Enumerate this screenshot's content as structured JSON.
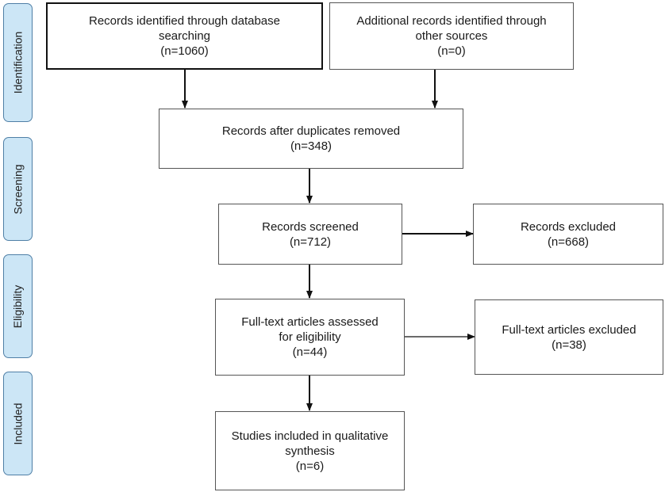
{
  "stages": {
    "identification": "Identification",
    "screening": "Screening",
    "eligibility": "Eligibility",
    "included": "Included"
  },
  "boxes": {
    "database": {
      "line1": "Records identified through database",
      "line2": "searching",
      "count": "(n=1060)"
    },
    "other_sources": {
      "line1": "Additional records identified through",
      "line2": "other sources",
      "count": "(n=0)"
    },
    "duplicates_removed": {
      "line1": "Records after duplicates removed",
      "count": "(n=348)"
    },
    "screened": {
      "line1": "Records screened",
      "count": "(n=712)"
    },
    "excluded": {
      "line1": "Records excluded",
      "count": "(n=668)"
    },
    "fulltext_assessed": {
      "line1": "Full-text articles assessed",
      "line2": "for eligibility",
      "count": "(n=44)"
    },
    "fulltext_excluded": {
      "line1": "Full-text articles excluded",
      "count": "(n=38)"
    },
    "included": {
      "line1": "Studies included in qualitative",
      "line2": "synthesis",
      "count": "(n=6)"
    }
  }
}
